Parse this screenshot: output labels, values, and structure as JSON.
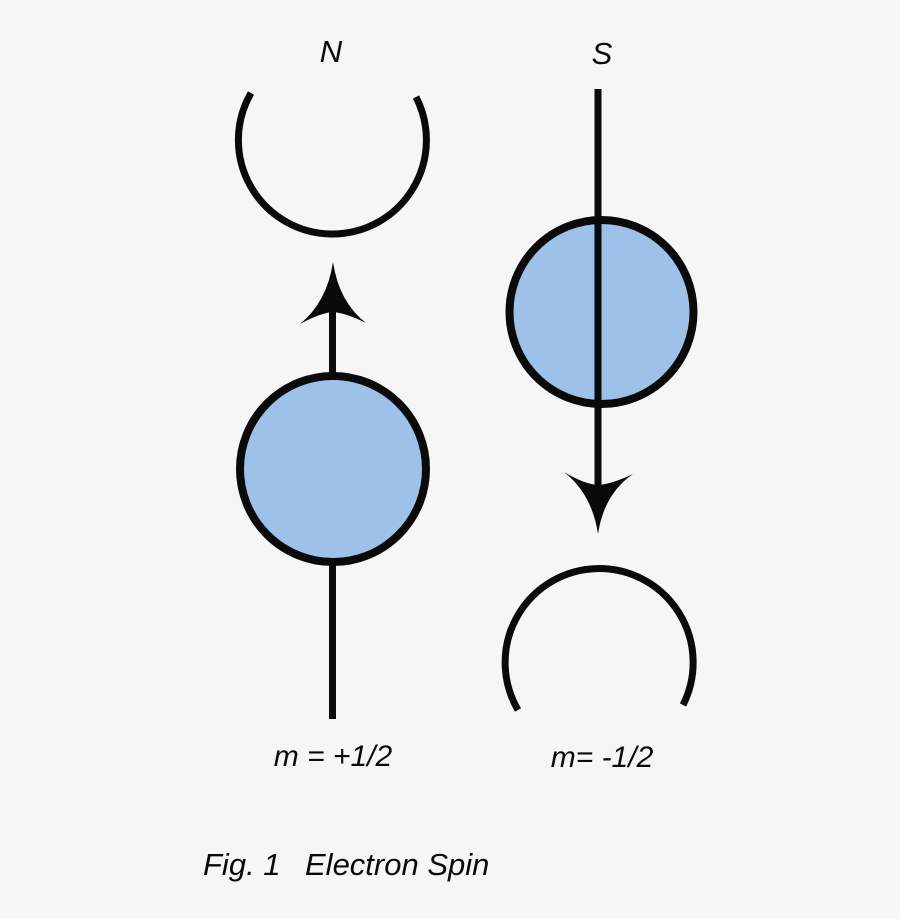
{
  "figure": {
    "caption_fig": "Fig. 1",
    "caption_title": "Electron Spin",
    "spin_up": {
      "pole_label": "N",
      "m_label": "m = +1/2"
    },
    "spin_down": {
      "pole_label": "S",
      "m_label": "m= -1/2"
    }
  },
  "colors": {
    "bg": "#f6f6f6",
    "ink": "#0a0a0a",
    "electron_fill": "#9dc1e8"
  }
}
